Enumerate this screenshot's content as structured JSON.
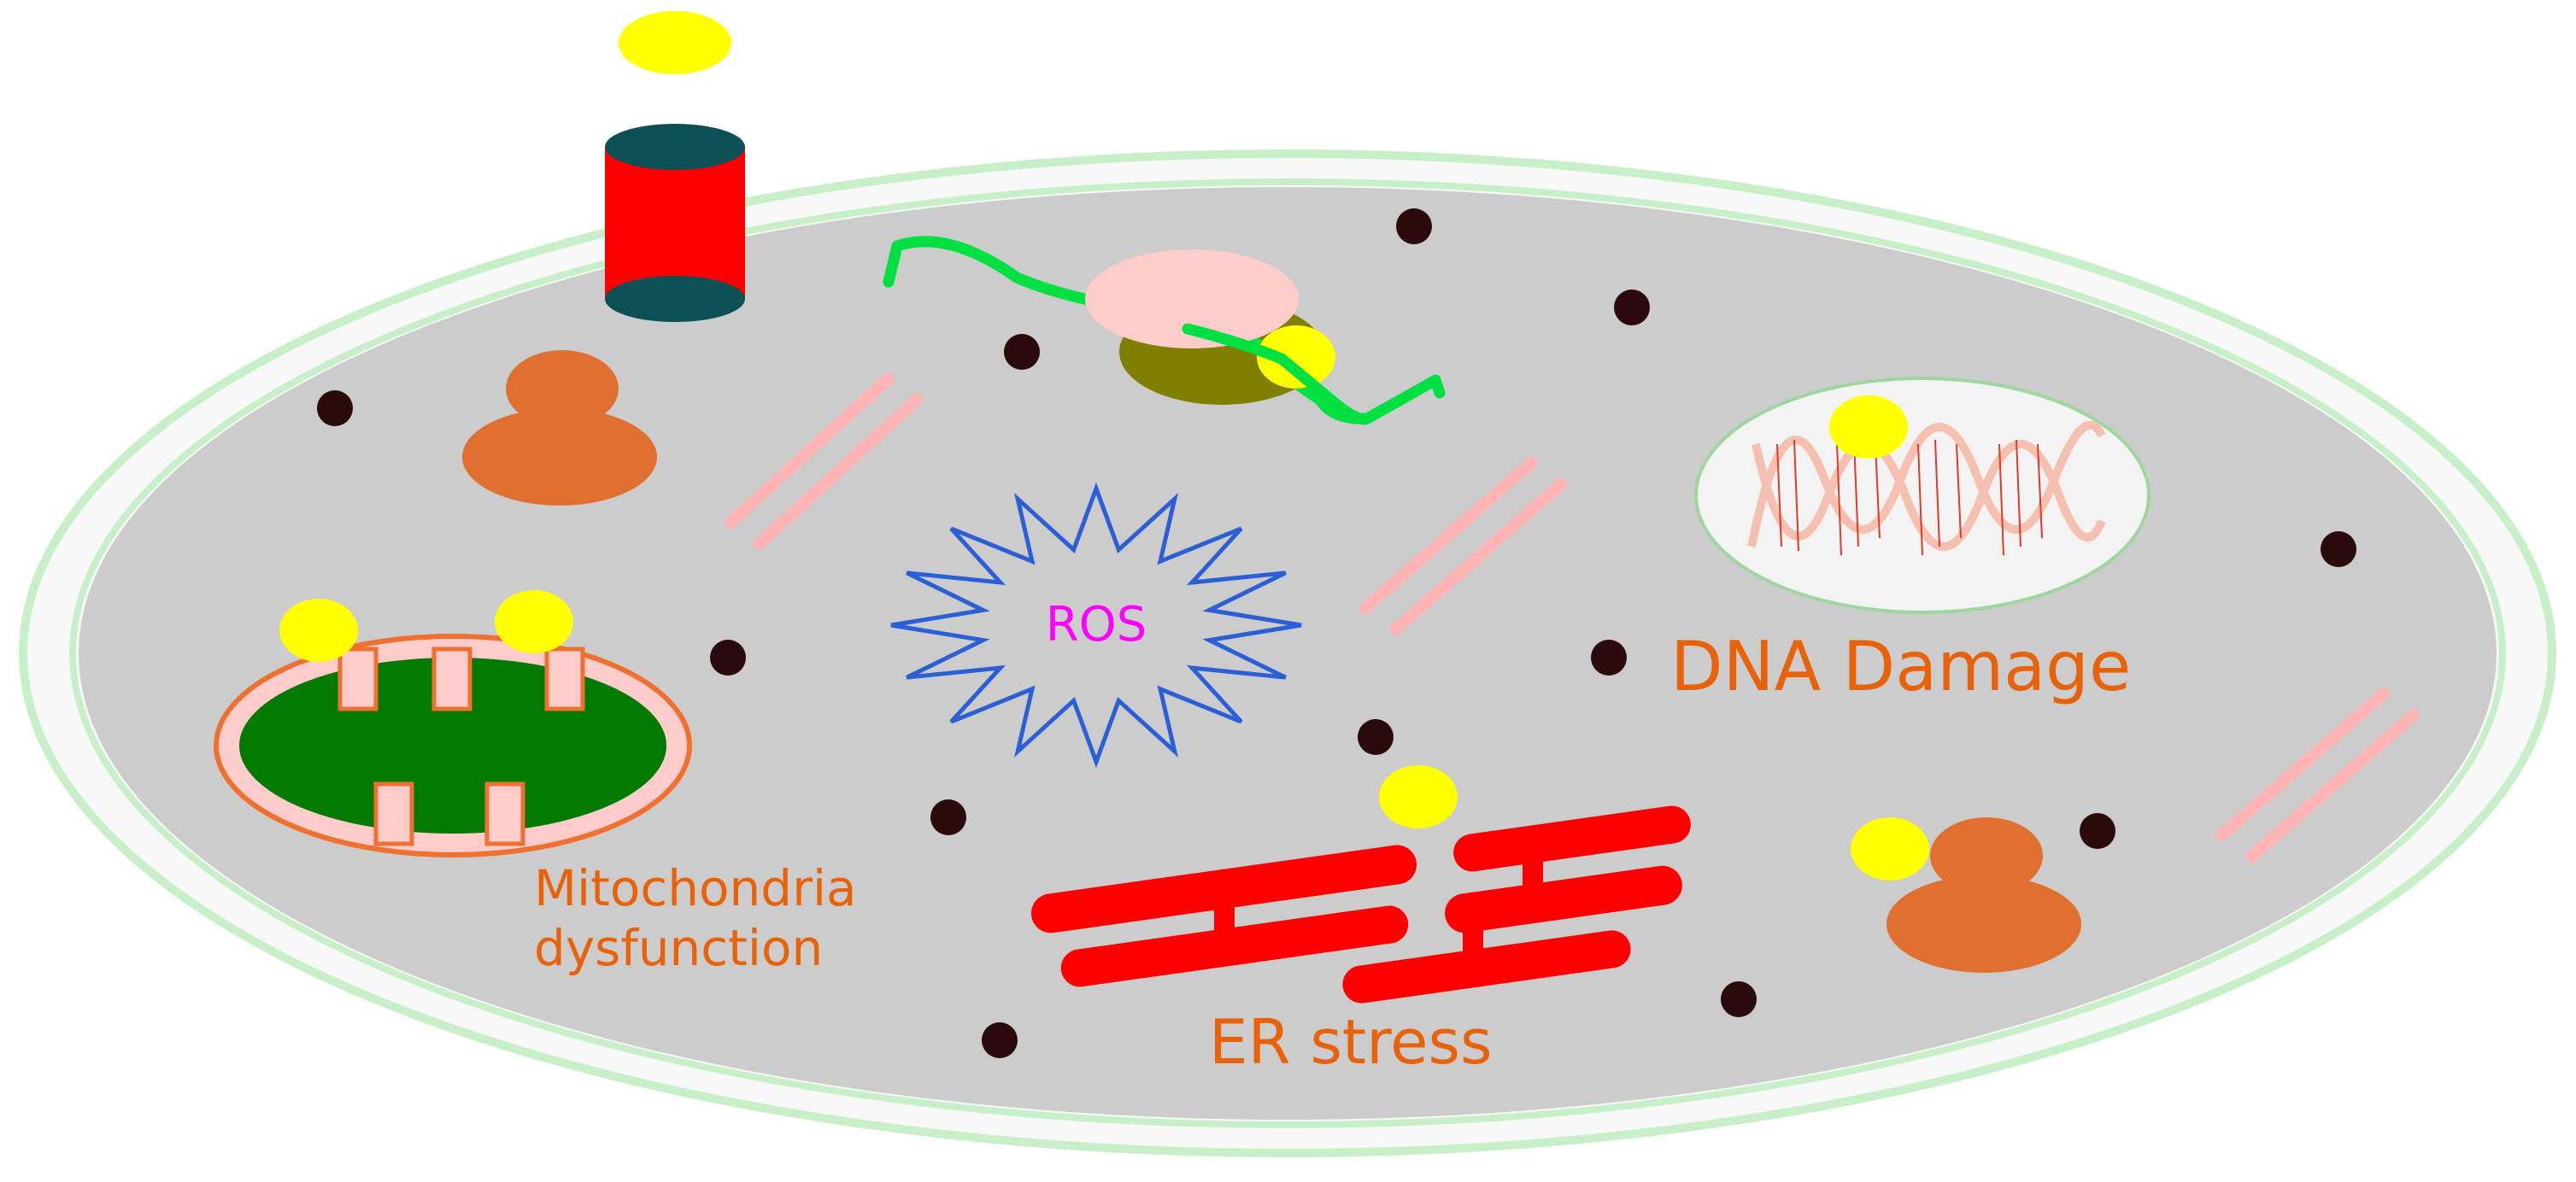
{
  "labels": {
    "ros": "ROS",
    "dna_damage": "DNA Damage",
    "mito_line1": "Mitochondria",
    "mito_line2": "dysfunction",
    "er_stress": "ER stress"
  },
  "colors": {
    "cytoplasm": "#cccccc",
    "membrane_outer": "#c8f0c8",
    "membrane_inner": "#f8f8f8",
    "label_orange": "#e8620a",
    "ros_text": "#ff00ff",
    "ros_star": "#2a5fd6",
    "yellow_marker": "#ffff00",
    "er_red": "#ff0000",
    "mito_green": "#007a00",
    "mito_pink": "#ffcccc",
    "golgi_orange": "#e07030",
    "channel_red": "#ff0000",
    "channel_teal": "#0a5055",
    "ribosome_olive": "#808000",
    "rna_green": "#00e040",
    "dots": "#2a0a0a",
    "filaments": "#ffb3b3"
  },
  "icons": [
    "ion-channel-icon",
    "ribosome-mrna-icon",
    "golgi-icon",
    "mitochondrion-icon",
    "ros-burst-icon",
    "nucleus-dna-icon",
    "endoplasmic-reticulum-icon"
  ]
}
